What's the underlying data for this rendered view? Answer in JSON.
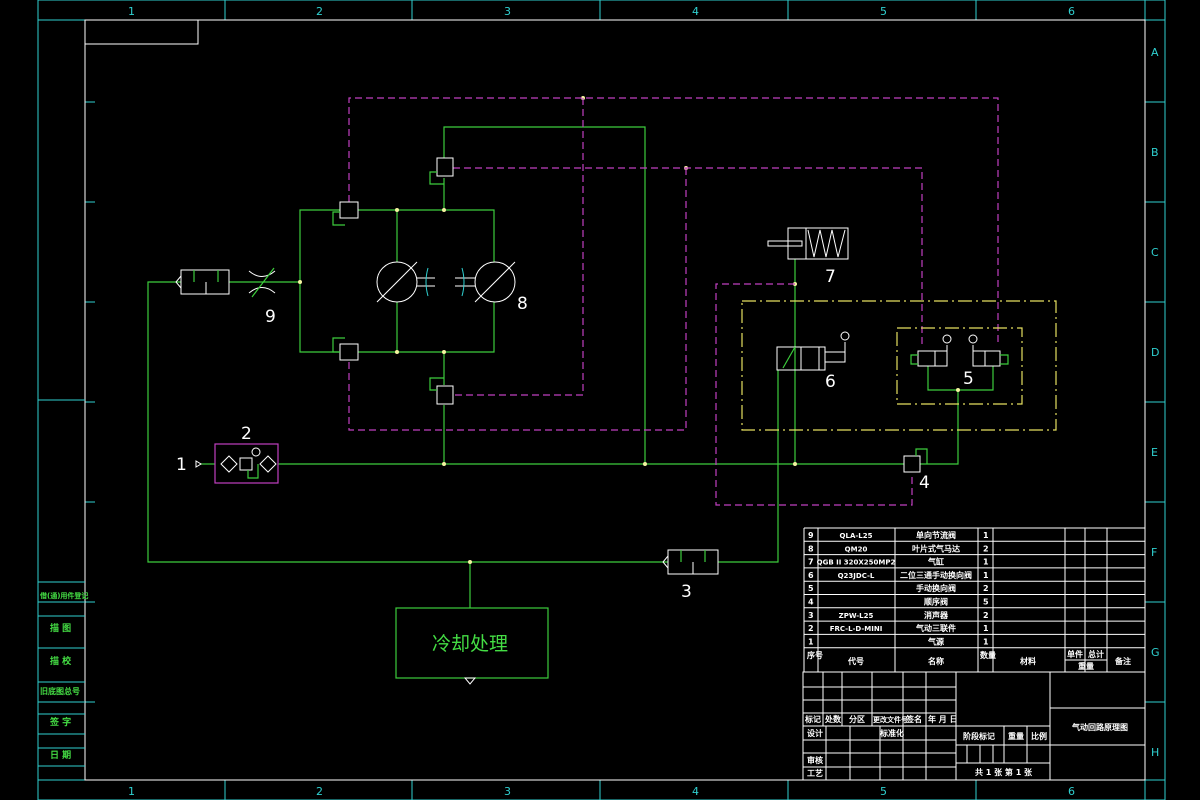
{
  "frame": {
    "columns": [
      "1",
      "2",
      "3",
      "4",
      "5",
      "6"
    ],
    "rows": [
      "A",
      "B",
      "C",
      "D",
      "E",
      "F",
      "G",
      "H"
    ]
  },
  "side_strip": [
    "借(通)用件登记",
    "描 图",
    "描 校",
    "旧底图总号",
    "签 字",
    "日 期"
  ],
  "labels": {
    "c1": "1",
    "c2": "2",
    "c3": "3",
    "c4": "4",
    "c5": "5",
    "c6": "6",
    "c7": "7",
    "c8": "8",
    "c9": "9"
  },
  "cooling_box": "冷却处理",
  "parts_table": {
    "rows": [
      {
        "no": "9",
        "code": "QLA-L25",
        "name": "单向节流阀",
        "qty": "1"
      },
      {
        "no": "8",
        "code": "QM20",
        "name": "叶片式气马达",
        "qty": "2"
      },
      {
        "no": "7",
        "code": "QGB II 320X250MP2",
        "name": "气缸",
        "qty": "1"
      },
      {
        "no": "6",
        "code": "Q23JDC-L",
        "name": "二位三通手动换向阀",
        "qty": "1"
      },
      {
        "no": "5",
        "code": "",
        "name": "手动换向阀",
        "qty": "2"
      },
      {
        "no": "4",
        "code": "",
        "name": "顺序阀",
        "qty": "5"
      },
      {
        "no": "3",
        "code": "ZPW-L25",
        "name": "消声器",
        "qty": "2"
      },
      {
        "no": "2",
        "code": "FRC-L-D-MINI",
        "name": "气动三联件",
        "qty": "1"
      },
      {
        "no": "1",
        "code": "",
        "name": "气源",
        "qty": "1"
      }
    ],
    "header": {
      "no": "序号",
      "code": "代号",
      "name": "名称",
      "qty": "数量",
      "material": "材料",
      "single": "单件",
      "total": "总计",
      "weight": "重量",
      "remark": "备注"
    }
  },
  "title_block": {
    "mark": "标记",
    "count": "处数",
    "zone": "分区",
    "doc": "更改文件号",
    "sign": "签名",
    "date": "年 月 日",
    "design": "设计",
    "standard": "标准化",
    "review": "审核",
    "process": "工艺",
    "stage": "阶段标记",
    "weight": "重量",
    "scale": "比例",
    "sheets": "共 1 张 第 1 张",
    "title": "气动回路原理图"
  }
}
